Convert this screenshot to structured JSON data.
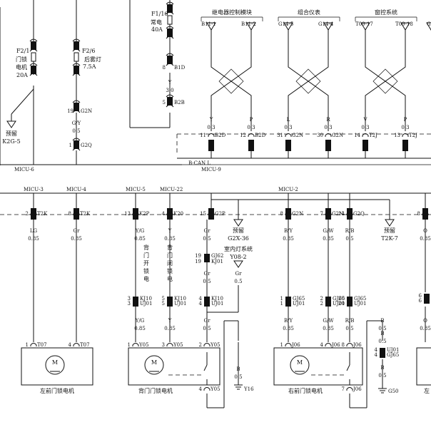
{
  "fuses": {
    "f1": {
      "id": "F2/1",
      "name": [
        "门锁",
        "电机"
      ],
      "amp": "20A"
    },
    "f2": {
      "id": "F2/6",
      "name": [
        "后雾灯"
      ],
      "amp": "7.5A"
    },
    "f3": {
      "id": "F1/16",
      "name": [
        "常电"
      ],
      "amp": "40A"
    }
  },
  "top": {
    "modules": {
      "relay": "继电器控制模块",
      "cluster": "组合仪表",
      "window": "窗控系统"
    },
    "pins": [
      "B11-1",
      "B11-2",
      "G14-5",
      "G14-4",
      "T09-17",
      "T09-18",
      "G"
    ],
    "connectors": [
      {
        "pin": "8",
        "name": "B1D"
      },
      {
        "pin": "5",
        "name": "B2B"
      },
      {
        "pin": "19",
        "name": "G2N"
      },
      {
        "pin": "1",
        "name": "G2Q"
      },
      {
        "pin": "11",
        "name": "B2D"
      },
      {
        "pin": "12",
        "name": "B2D"
      },
      {
        "pin": "31",
        "name": "G2N"
      },
      {
        "pin": "30",
        "name": "G2N"
      },
      {
        "pin": "14",
        "name": "T2J"
      },
      {
        "pin": "13",
        "name": "T2J"
      }
    ],
    "wires": [
      {
        "c": "Y",
        "s": "3.0"
      },
      {
        "c": "G/Y",
        "s": "0.5"
      },
      {
        "c": "Y",
        "s": "0.3"
      },
      {
        "c": "P",
        "s": "0.3"
      },
      {
        "c": "L",
        "s": "0.3"
      },
      {
        "c": "R",
        "s": "0.3"
      },
      {
        "c": "V",
        "s": "0.3"
      },
      {
        "c": "P",
        "s": "0.3"
      }
    ],
    "reserve": [
      "预留",
      "K2G-5"
    ],
    "can": "B-CAN L",
    "micu6": "MICU-6",
    "micu9": "MICU-9"
  },
  "bottom": {
    "micu": [
      "MICU-3",
      "MICU-4",
      "MICU-5",
      "MICU-22",
      "MICU-2"
    ],
    "connectors": [
      {
        "pin": "2",
        "name": "T2K"
      },
      {
        "pin": "8",
        "name": "T2K"
      },
      {
        "pin": "13",
        "name": "K2P"
      },
      {
        "pin": "4",
        "name": "K20"
      },
      {
        "pin": "15",
        "name": "G2P"
      },
      {
        "pin": "8",
        "name": "G2N"
      },
      {
        "pin": "7",
        "name": "G2N"
      },
      {
        "pin": "14",
        "name": "G2Q"
      },
      {
        "pin": "8",
        "name": ""
      }
    ],
    "wires": [
      {
        "c": "LG",
        "s": "0.85"
      },
      {
        "c": "Gr",
        "s": "0.85"
      },
      {
        "c": "Y/G",
        "s": "0.85"
      },
      {
        "c": "Y",
        "s": "0.85"
      },
      {
        "c": "Gr",
        "s": "0.5"
      },
      {
        "c": "B/Y",
        "s": "0.85"
      },
      {
        "c": "G/W",
        "s": "0.85"
      },
      {
        "c": "R/B",
        "s": "0.5"
      },
      {
        "c": "O",
        "s": "0.85"
      }
    ],
    "reserve": [
      [
        "预留",
        "G2X-36"
      ],
      [
        "预留",
        "T2K-7"
      ]
    ],
    "backOpen": [
      "背",
      "门",
      "开",
      "锁",
      "电"
    ],
    "backClose": [
      "背",
      "门",
      "闭",
      "锁",
      "电"
    ],
    "roomLight": [
      "室内灯系统",
      "Y08-2"
    ],
    "kj62": {
      "p1": "19",
      "n1": "GJ62",
      "p2": "19",
      "n2": "KJ01"
    },
    "mid_wire": {
      "c": "Gr",
      "s": "0.5"
    },
    "room_wire": {
      "c": "Gr",
      "s": "0.5"
    },
    "kj10": [
      {
        "p1": "3",
        "n1": "KJ10",
        "p2": "3",
        "n2": "UJ01"
      },
      {
        "p1": "5",
        "n1": "KJ10",
        "p2": "5",
        "n2": "UJ01"
      },
      {
        "p1": "4",
        "n1": "KJ10",
        "p2": "4",
        "n2": "UJ01"
      }
    ],
    "gj65": [
      {
        "p1": "1",
        "n1": "GJ65",
        "p2": "1",
        "n2": "UJ01"
      },
      {
        "p1": "2",
        "n1": "GJ65",
        "p2": "2",
        "n2": "UJ01"
      },
      {
        "p1": "20",
        "n1": "GJ65",
        "p2": "20",
        "n2": "UJ01"
      },
      {
        "p1": "6",
        "n1": "",
        "p2": "6",
        "n2": ""
      }
    ],
    "wires2": [
      {
        "c": "Y/G",
        "s": "0.85"
      },
      {
        "c": "Y",
        "s": "0.85"
      },
      {
        "c": "Gr",
        "s": "0.5"
      },
      {
        "c": "B/Y",
        "s": "0.85"
      },
      {
        "c": "G/W",
        "s": "0.85"
      },
      {
        "c": "R/B",
        "s": "0.5"
      },
      {
        "c": "B",
        "s": "0.5"
      },
      {
        "c": "O",
        "s": "0.85"
      }
    ],
    "motorConnectors": [
      {
        "pin": "1",
        "name": "T07"
      },
      {
        "pin": "4",
        "name": "T07"
      },
      {
        "pin": "1",
        "name": "Y05"
      },
      {
        "pin": "3",
        "name": "Y05"
      },
      {
        "pin": "2",
        "name": "Y05"
      },
      {
        "pin": "1",
        "name": "J06"
      },
      {
        "pin": "4",
        "name": "J06"
      },
      {
        "pin": "8",
        "name": "J06"
      }
    ],
    "lowerConnectors": [
      {
        "pin": "4",
        "name": "Y05"
      },
      {
        "pin": "7",
        "name": "J06"
      }
    ],
    "grounds": [
      "Y16",
      "G50"
    ],
    "b_wire": {
      "c": "B",
      "s": "0.5"
    },
    "b_wire2": {
      "c": "B",
      "s": "0.5"
    },
    "b_wire3": {
      "c": "B",
      "s": "0.5"
    },
    "uj01": {
      "p1": "4",
      "n1": "UJ01",
      "p2": "4",
      "n2": "GJ65"
    },
    "motors": [
      "左前门锁电机",
      "背门门锁电机",
      "右前门锁电机",
      "左"
    ],
    "motorLetter": "M"
  }
}
